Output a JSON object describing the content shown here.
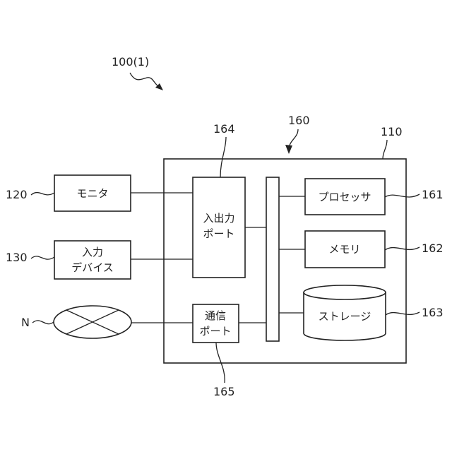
{
  "figure_ref": "100(1)",
  "refs": {
    "computer": "110",
    "monitor": "120",
    "input_device": "130",
    "bus": "160",
    "processor": "161",
    "memory": "162",
    "storage": "163",
    "io_port": "164",
    "comm_port": "165",
    "network": "N"
  },
  "labels": {
    "monitor": "モニタ",
    "input_device_line1": "入力",
    "input_device_line2": "デバイス",
    "io_port_line1": "入出力",
    "io_port_line2": "ポート",
    "comm_port_line1": "通信",
    "comm_port_line2": "ポート",
    "processor": "プロセッサ",
    "memory": "メモリ",
    "storage": "ストレージ"
  }
}
